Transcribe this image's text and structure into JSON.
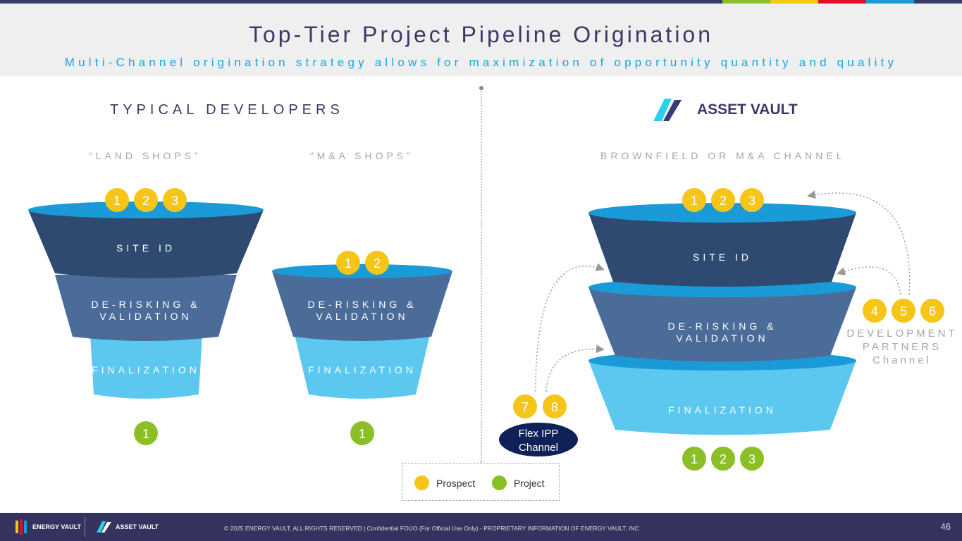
{
  "header": {
    "title": "Top-Tier Project Pipeline Origination",
    "subtitle": "Multi-Channel origination strategy allows for maximization of opportunity quantity and quality"
  },
  "left": {
    "title": "TYPICAL DEVELOPERS",
    "land": "“LAND SHOPS”",
    "ma": "“M&A SHOPS”"
  },
  "right": {
    "logo": "ASSET VAULT",
    "channel": "BROWNFIELD OR M&A CHANNEL",
    "dev1": "DEVELOPMENT",
    "dev2": "PARTNERS",
    "dev3": "Channel",
    "flex1": "Flex IPP",
    "flex2": "Channel"
  },
  "stages": {
    "site": "SITE ID",
    "der1": "DE-RISKING &",
    "der2": "VALIDATION",
    "fin": "FINALIZATION"
  },
  "n": {
    "1": "1",
    "2": "2",
    "3": "3",
    "4": "4",
    "5": "5",
    "6": "6",
    "7": "7",
    "8": "8"
  },
  "legend": {
    "prospect": "Prospect",
    "project": "Project"
  },
  "colors": {
    "prospect": "#f5c518",
    "project": "#8cbf26",
    "navy": "#2e4a70",
    "mid": "#4b6c99",
    "light": "#5cc8f0",
    "rim": "#1a9bd7"
  },
  "footer": {
    "ev": "ENERGY VAULT",
    "av": "ASSET VAULT",
    "copyright": "© 2025 ENERGY VAULT, ALL RIGHTS RESERVED | Confidential FOUO (For Official Use Only) - PROPRIETARY INFORMATION OF ENERGY VAULT, INC",
    "page": "46"
  }
}
